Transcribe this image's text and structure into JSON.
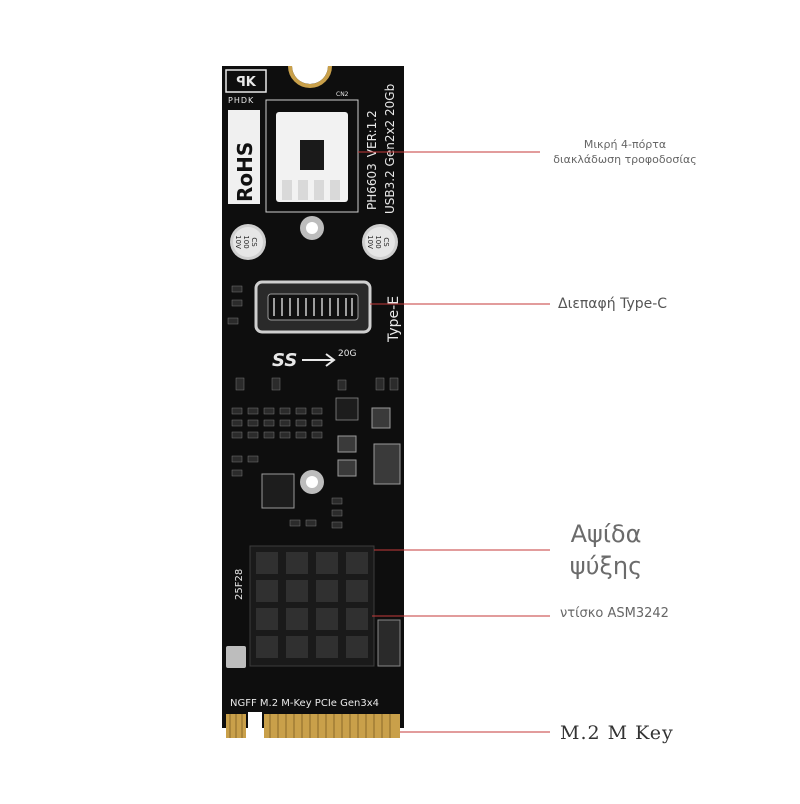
{
  "board": {
    "brand": "PHDK",
    "model": "PH6603",
    "version": "VER:1.2",
    "usb_text": "USB3.2 Gen2x2 20Gb",
    "rohs": "RoHS",
    "type_e": "Type-E",
    "ss_logo": "SS",
    "ss_speed": "20G",
    "cn2": "CN2",
    "bottom_text": "NGFF M.2 M-Key PCIe Gen3x4",
    "cap_left": [
      "CS",
      "100",
      "10V"
    ],
    "cap_right": [
      "CS",
      "100",
      "10V"
    ],
    "chip_code": "25F28"
  },
  "callouts": {
    "power_header": [
      "Μικρή 4-πόρτα",
      "διακλάδωση τροφοδοσίας"
    ],
    "type_c": "Διεπαφή Type-C",
    "heatsink": [
      "Αψίδα",
      "ψύξης"
    ],
    "chip": "ντίσκο ASM3242",
    "m2_key": "M.2 M Key"
  },
  "colors": {
    "pcb": "#0e0e0e",
    "silkscreen": "#e8e8e8",
    "gold": "#c9a04a",
    "callout_line": "#c43a3a"
  }
}
